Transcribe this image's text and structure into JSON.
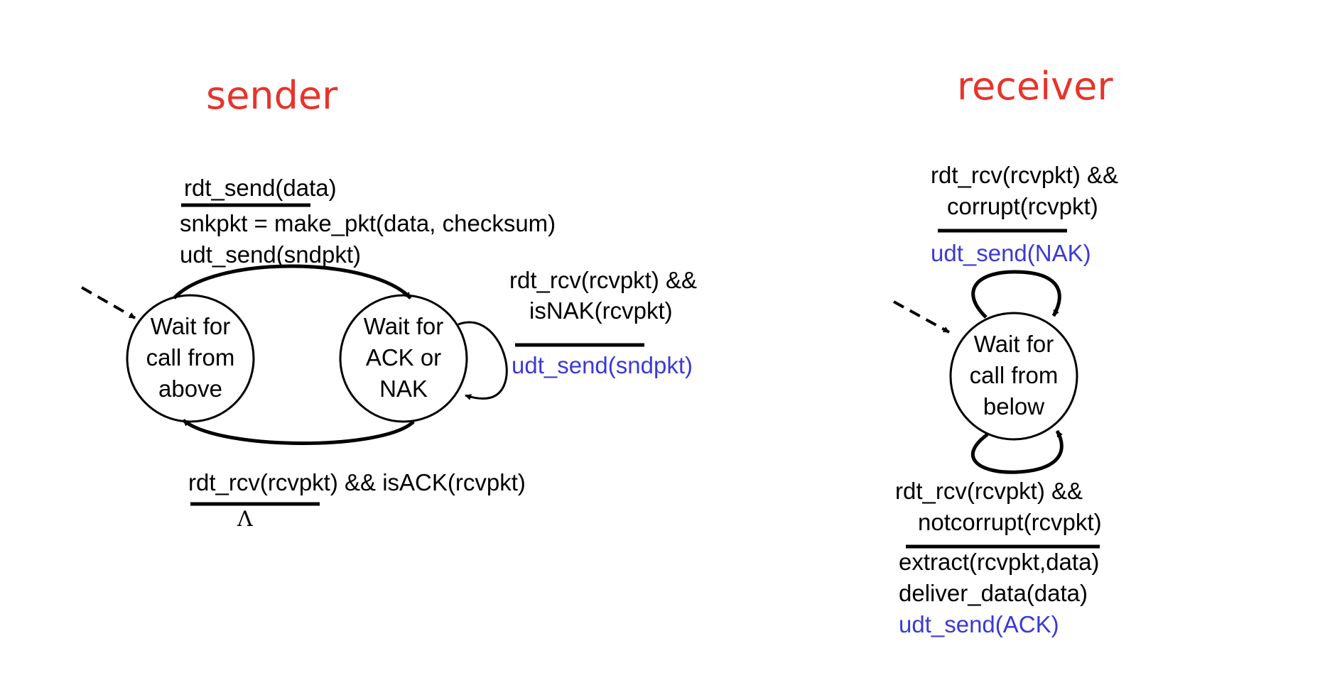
{
  "colors": {
    "title": "#e8332b",
    "action": "#3a3ad6",
    "line": "#000000"
  },
  "sender": {
    "title": "sender",
    "states": {
      "wait_call_above": [
        "Wait for",
        "call from",
        "above"
      ],
      "wait_ack_nak": [
        "Wait for",
        "ACK or",
        "NAK"
      ]
    },
    "send_transition": {
      "event": "rdt_send(data)",
      "actions": [
        "snkpkt = make_pkt(data, checksum)",
        "udt_send(sndpkt)"
      ]
    },
    "nak_transition": {
      "event": [
        "rdt_rcv(rcvpkt) &&",
        "isNAK(rcvpkt)"
      ],
      "action": "udt_send(sndpkt)"
    },
    "ack_transition": {
      "event": "rdt_rcv(rcvpkt) && isACK(rcvpkt)",
      "action": "Λ"
    }
  },
  "receiver": {
    "title": "receiver",
    "state": [
      "Wait for",
      "call from",
      "below"
    ],
    "corrupt_transition": {
      "event": [
        "rdt_rcv(rcvpkt) &&",
        "corrupt(rcvpkt)"
      ],
      "action": "udt_send(NAK)"
    },
    "notcorrupt_transition": {
      "event": [
        "rdt_rcv(rcvpkt) &&",
        "notcorrupt(rcvpkt)"
      ],
      "actions": [
        "extract(rcvpkt,data)",
        "deliver_data(data)"
      ],
      "ack_action": "udt_send(ACK)"
    }
  }
}
